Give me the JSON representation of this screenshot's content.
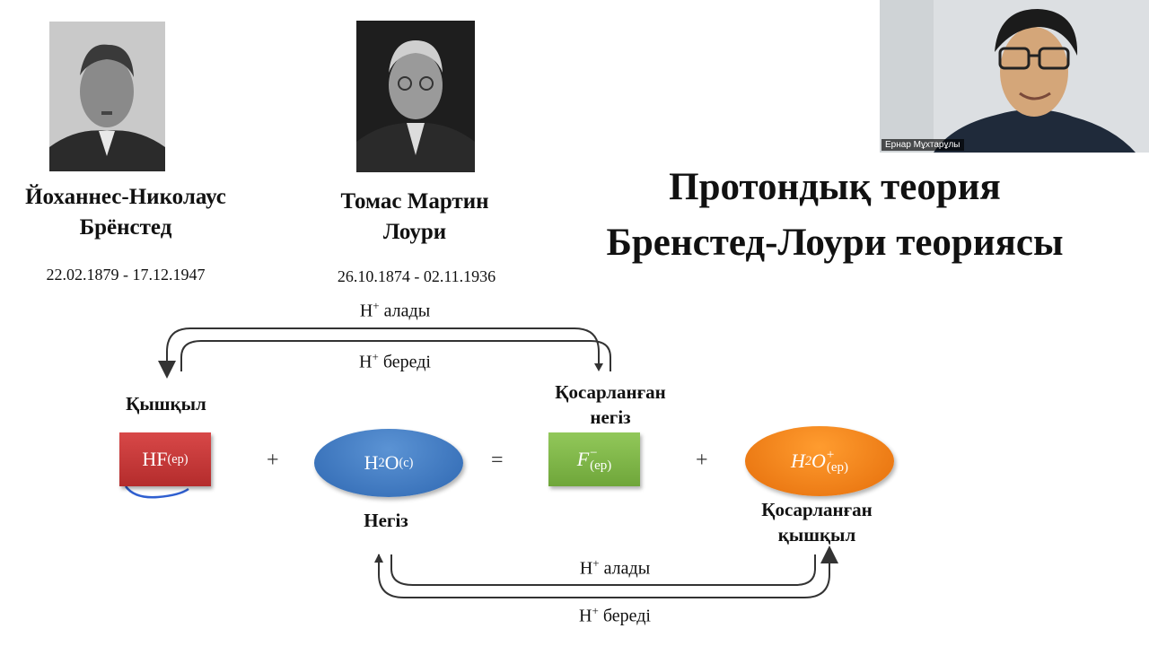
{
  "scientists": [
    {
      "name_line1": "Йоханнес-Николаус",
      "name_line2": "Брёнстед",
      "dates": "22.02.1879 - 17.12.1947"
    },
    {
      "name_line1": "Томас Мартин",
      "name_line2": "Лоури",
      "dates": "26.10.1874 - 02.11.1936"
    }
  ],
  "title": {
    "line1": "Протондық теория",
    "line2": "Бренстед-Лоури теориясы"
  },
  "diagram": {
    "top_arrow_label_take": "алады",
    "top_arrow_label_give": "береді",
    "bottom_arrow_label_take": "алады",
    "bottom_arrow_label_give": "береді",
    "proton": "H",
    "proton_charge": "+",
    "acid_label": "Қышқыл",
    "base_label": "Негіз",
    "conj_base_label_line1": "Қосарланған",
    "conj_base_label_line2": "негіз",
    "conj_acid_label_line1": "Қосарланған",
    "conj_acid_label_line2": "қышқыл",
    "acid_formula": "HF",
    "acid_state": "(ер)",
    "base_formula_main": "H",
    "base_formula_sub": "2",
    "base_formula_tail": "O",
    "base_state": "(с)",
    "conj_base_formula": "F",
    "conj_base_charge": "−",
    "conj_base_state": "(ер)",
    "conj_acid_formula_main": "H",
    "conj_acid_formula_sub": "2",
    "conj_acid_formula_tail": "O",
    "conj_acid_charge": "+",
    "conj_acid_state": "(ер)",
    "plus1": "+",
    "equals": "=",
    "plus2": "+"
  },
  "webcam": {
    "participant_name": "Ернар Мұхтарұлы"
  },
  "colors": {
    "acid": "#c13535",
    "base": "#3c78c0",
    "conj_base": "#7fb74a",
    "conj_acid": "#f28a1a"
  }
}
